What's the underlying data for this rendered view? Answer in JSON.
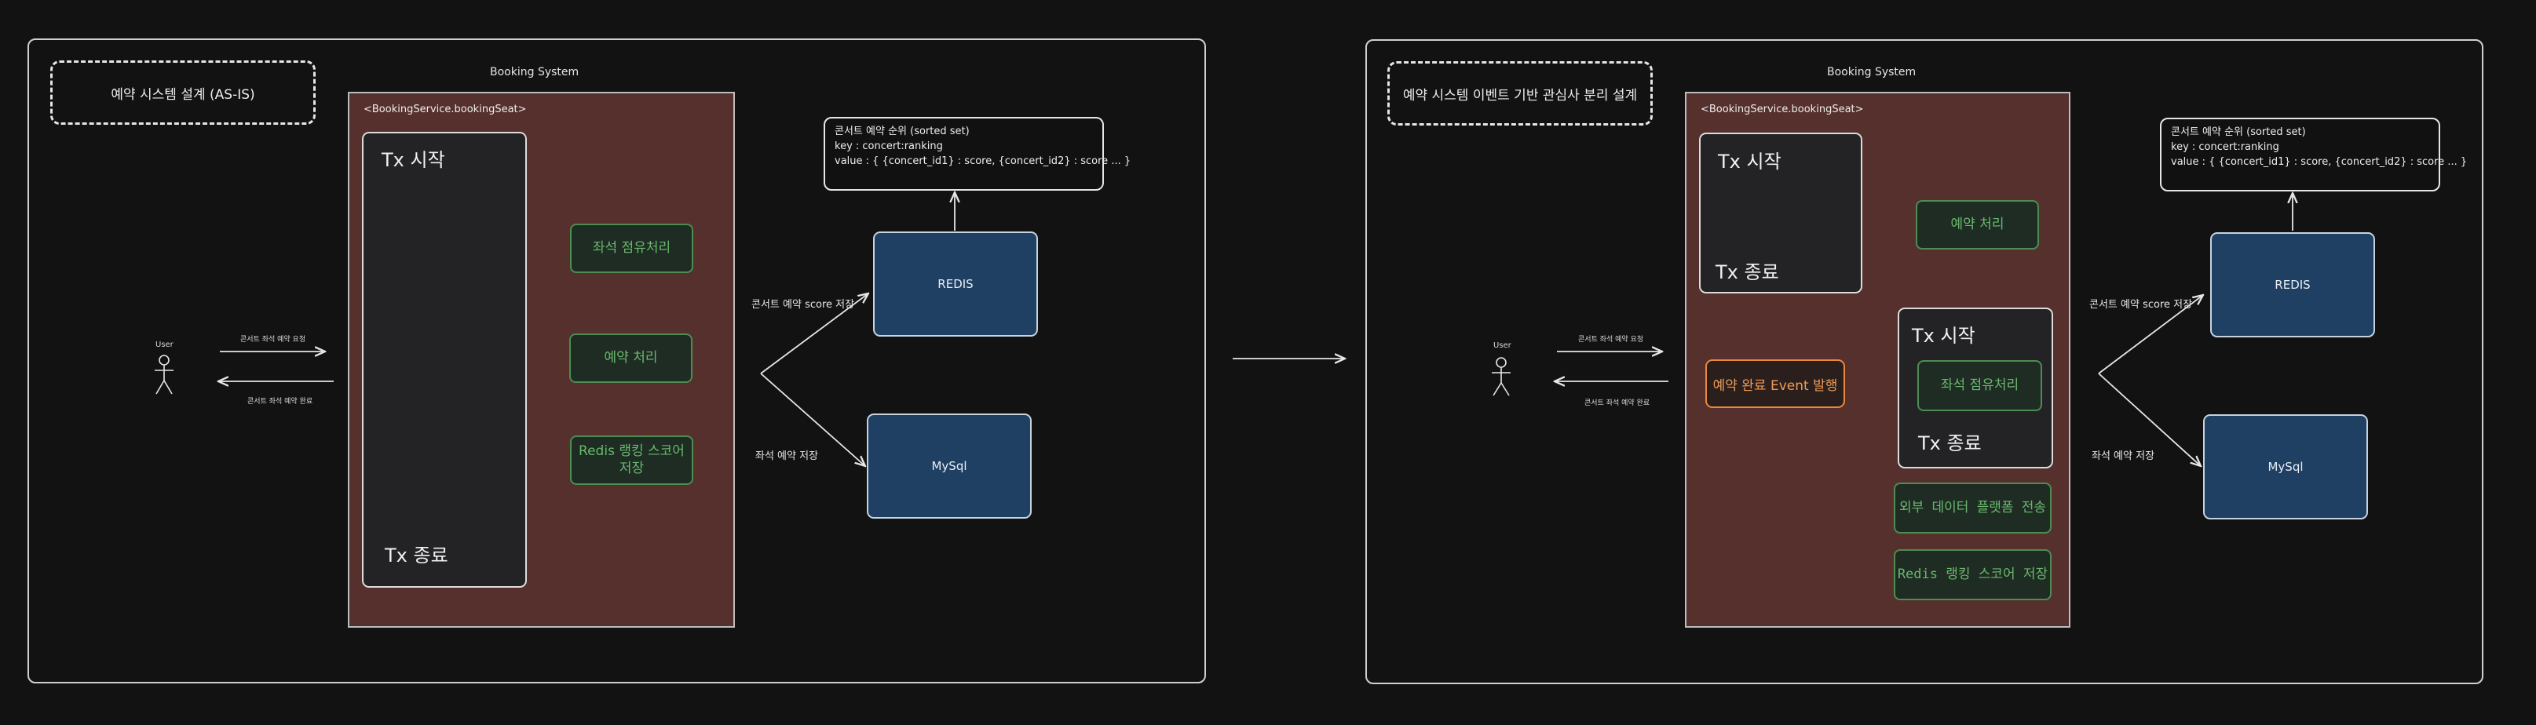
{
  "diagrams": [
    {
      "title": "예약 시스템 설계 (AS-IS)",
      "system_title": "Booking System",
      "service_label": "<BookingService.bookingSeat>",
      "tx_start": "Tx  시작",
      "tx_end": "Tx  종료",
      "steps": [
        "좌석 점유처리",
        "예약 처리",
        "Redis 랭킹 스코어\n저장"
      ],
      "user_label": "User",
      "request_label": "콘서트 좌석 예약 요청",
      "response_label": "콘서트 좌석 예약 완료",
      "redis_arrow_label": "콘서트 예약 score 저장",
      "mysql_arrow_label": "좌석 예약 저장",
      "redis_label": "REDIS",
      "mysql_label": "MySql",
      "note_lines": [
        "콘서트 예약 순위 (sorted set)",
        "key : concert:ranking",
        "value : { {concert_id1} : score, {concert_id2} : score ... }"
      ]
    },
    {
      "title": "예약 시스템 이벤트 기반 관심사 분리 설계",
      "system_title": "Booking System",
      "service_label": "<BookingService.bookingSeat>",
      "tx1_start": "Tx  시작",
      "tx1_end": "Tx  종료",
      "tx1_step": "예약 처리",
      "event_label": "예약 완료 Event 발행",
      "tx2_start": "Tx  시작",
      "tx2_step": "좌석 점유처리",
      "tx2_end": "Tx  종료",
      "async_steps": [
        "외부  데이터  플랫폼  전송",
        "Redis  랭킹  스코어  저장"
      ],
      "user_label": "User",
      "request_label": "콘서트 좌석 예약 요청",
      "response_label": "콘서트 좌석 예약 완료",
      "redis_arrow_label": "콘서트 예약 score 저장",
      "mysql_arrow_label": "좌석 예약 저장",
      "redis_label": "REDIS",
      "mysql_label": "MySql",
      "note_lines": [
        "콘서트 예약 순위 (sorted set)",
        "key : concert:ranking",
        "value : { {concert_id1} : score, {concert_id2} : score ... }"
      ]
    }
  ],
  "colors": {
    "background": "#121212",
    "service_fill": "#55302d",
    "tx_fill": "#232325",
    "step_border": "#4d8d52",
    "step_text": "#69b86c",
    "event_border": "#e98a3a",
    "db_fill": "#1f3f63"
  }
}
